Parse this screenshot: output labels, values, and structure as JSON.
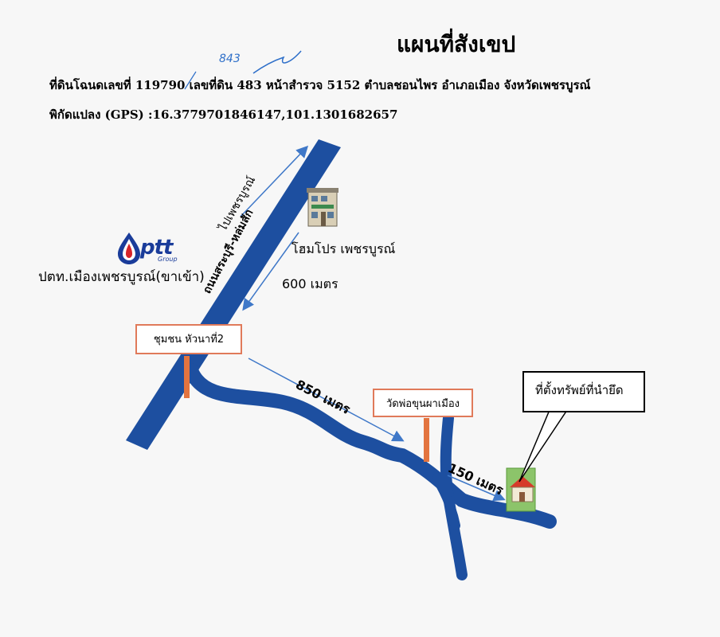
{
  "title": "แผนที่สังเขป",
  "info_line1": "ที่ดินโฉนดเลขที่ 119790 เลขที่ดิน 483 หน้าสำรวจ 5152 ตำบลชอนไพร อำเภอเมือง จังหวัดเพชรบูรณ์",
  "info_line2": "พิกัดแปลง (GPS) :16.3779701846147,101.1301682657",
  "handwritten_note": "843",
  "road_label": "ถนนสระบุรี-หล่มสัก",
  "direction_label": "ไปเพชรบูรณ์",
  "homepro_label": "โฮมโปร เพชรบูรณ์",
  "ptt_logo_text": "ptt",
  "ptt_logo_sub": "Group",
  "ptt_station_label": "ปตท.เมืองเพชรบูรณ์(ขาเข้า)",
  "dist_600": "600 เมตร",
  "dist_850": "850 เมตร",
  "dist_150": "150 เมตร",
  "sign_community": "ชุมชน หัวนาที่2",
  "sign_temple": "วัดพ่อขุนผาเมือง",
  "property_callout": "ที่ตั้งทรัพย์ที่นำยึด",
  "colors": {
    "road": "#1d4fa0",
    "arrow": "#3f78c8",
    "sign_border": "#e07a5a",
    "sign_post": "#e3743f",
    "ptt_blue": "#1a3c9a",
    "ptt_red": "#d6242a",
    "handwrite": "#2e6fc9"
  },
  "icons": [
    "ptt-logo-icon",
    "building-icon",
    "house-icon"
  ]
}
